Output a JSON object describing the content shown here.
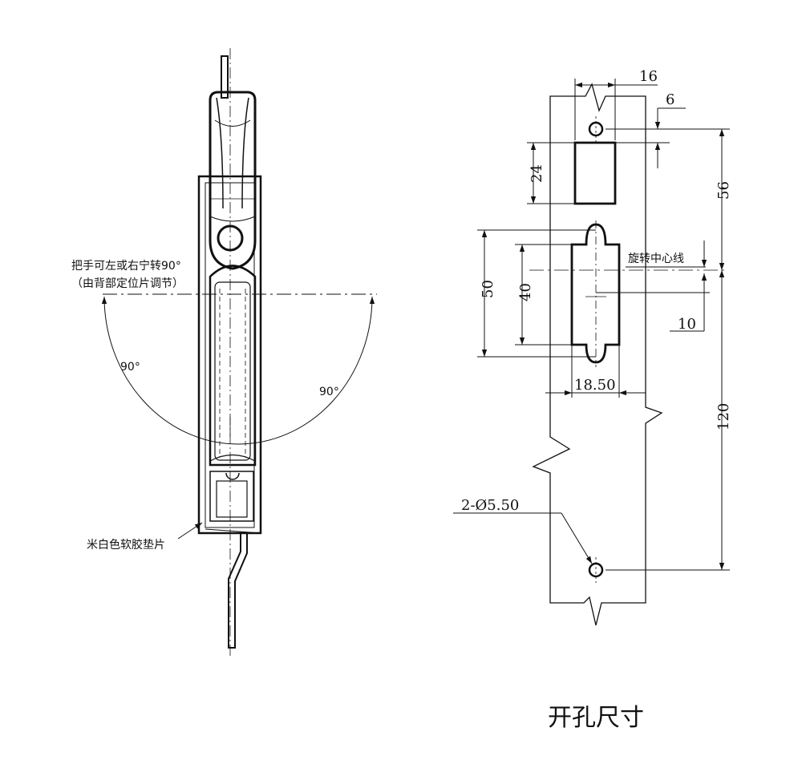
{
  "colors": {
    "line": "#111111",
    "background": "#ffffff"
  },
  "handle_view": {
    "rotation_note_line1": "把手可左或右宁转90°",
    "rotation_note_line2": "（由背部定位片调节）",
    "angle_left": "90°",
    "angle_right": "90°",
    "gasket_label": "米白色软胶垫片"
  },
  "cutout_view": {
    "dims": {
      "d16": "16",
      "d6": "6",
      "d24": "24",
      "d56": "56",
      "d50": "50",
      "d40": "40",
      "d10": "10",
      "d18_50": "18.50",
      "d120": "120",
      "hole": "2-Ø5.50"
    },
    "rotation_center_label": "旋转中心线",
    "caption": "开孔尺寸"
  }
}
